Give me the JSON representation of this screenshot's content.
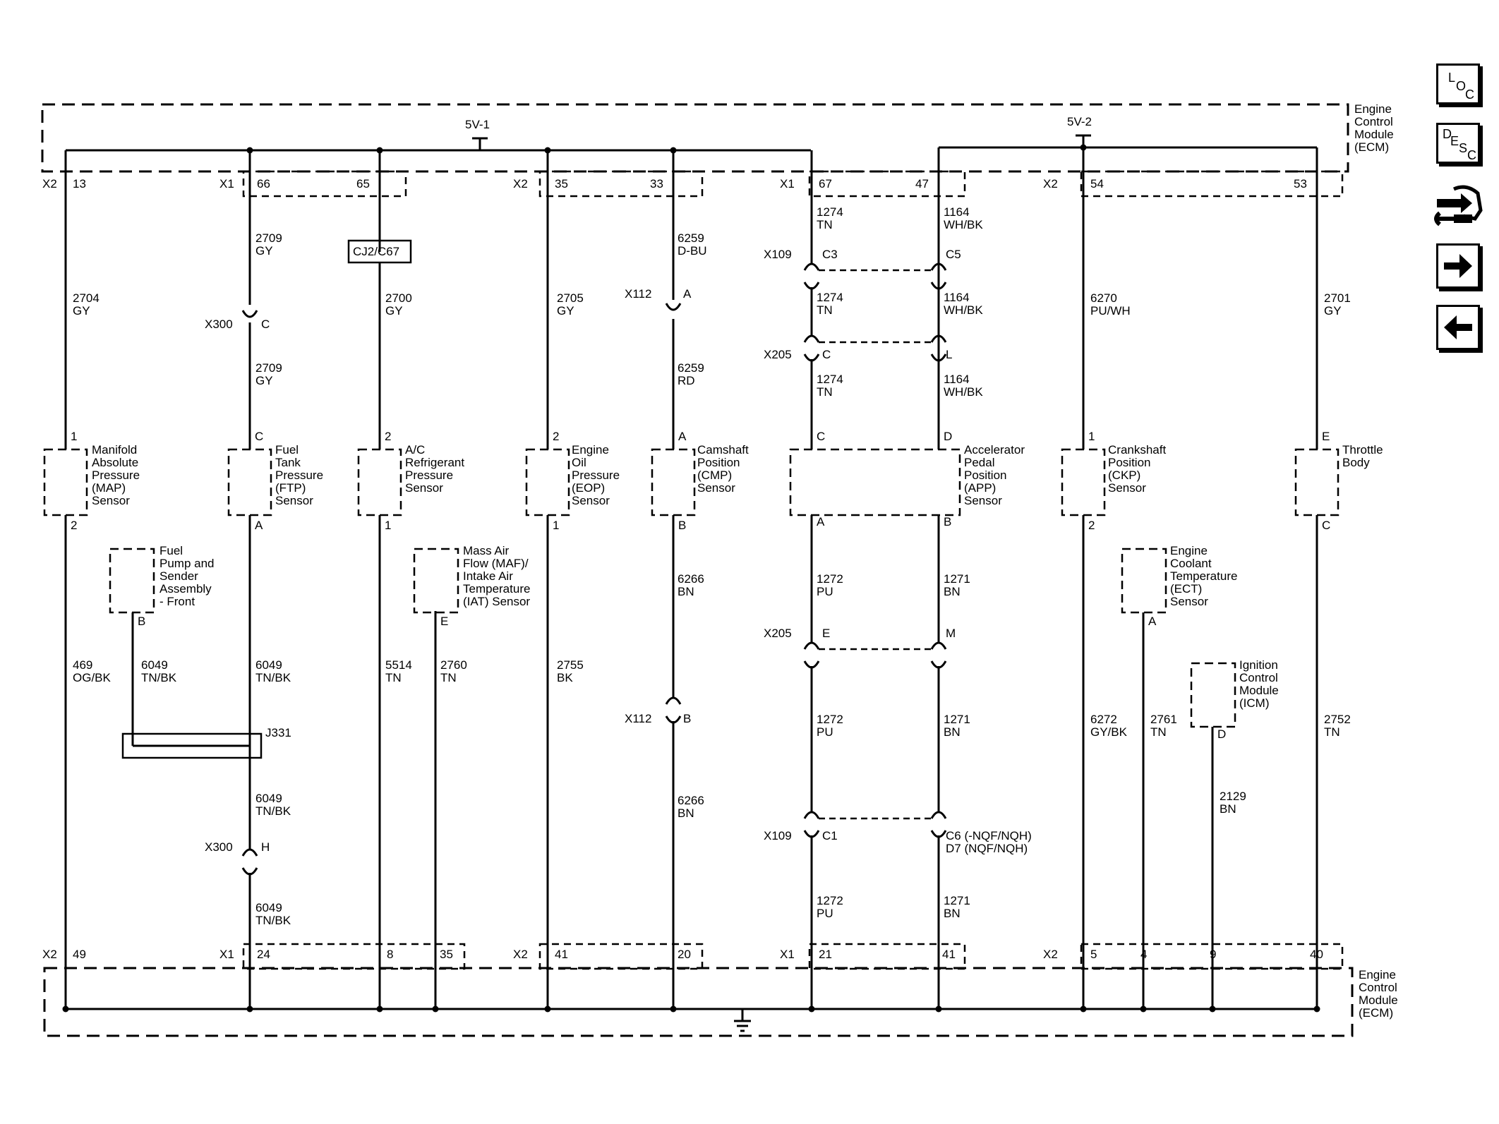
{
  "module": {
    "name": "Engine\nControl\nModule\n(ECM)"
  },
  "supply": {
    "v1": "5V-1",
    "v2": "5V-2"
  },
  "top_connectors": [
    {
      "conn": "X2",
      "pin": "13"
    },
    {
      "conn": "X1",
      "pin": "66"
    },
    {
      "conn": "",
      "pin": "65"
    },
    {
      "conn": "X2",
      "pin": "35"
    },
    {
      "conn": "",
      "pin": "33"
    },
    {
      "conn": "X1",
      "pin": "67"
    },
    {
      "conn": "",
      "pin": "47"
    },
    {
      "conn": "X2",
      "pin": "54"
    },
    {
      "conn": "",
      "pin": "53"
    }
  ],
  "bottom_connectors": [
    {
      "conn": "X2",
      "pin": "49"
    },
    {
      "conn": "X1",
      "pin": "24"
    },
    {
      "conn": "",
      "pin": "8"
    },
    {
      "conn": "",
      "pin": "35"
    },
    {
      "conn": "X2",
      "pin": "41"
    },
    {
      "conn": "",
      "pin": "20"
    },
    {
      "conn": "X1",
      "pin": "21"
    },
    {
      "conn": "",
      "pin": "41"
    },
    {
      "conn": "X2",
      "pin": "5"
    },
    {
      "conn": "",
      "pin": "4"
    },
    {
      "conn": "",
      "pin": "9"
    },
    {
      "conn": "",
      "pin": "40"
    }
  ],
  "splice_label": "CJ2/C67",
  "splice_pack": "J331",
  "components": [
    {
      "id": "map",
      "name": "Manifold\nAbsolute\nPressure\n(MAP)\nSensor",
      "pin_top": "1",
      "pin_bottom": "2"
    },
    {
      "id": "ftp",
      "name": "Fuel\nTank\nPressure\n(FTP)\nSensor",
      "pin_top": "C",
      "pin_bottom": "A"
    },
    {
      "id": "acrp",
      "name": "A/C\nRefrigerant\nPressure\nSensor",
      "pin_top": "2",
      "pin_bottom": "1"
    },
    {
      "id": "eop",
      "name": "Engine\nOil\nPressure\n(EOP)\nSensor",
      "pin_top": "2",
      "pin_bottom": "1"
    },
    {
      "id": "cmp",
      "name": "Camshaft\nPosition\n(CMP)\nSensor",
      "pin_top": "A",
      "pin_bottom": "B"
    },
    {
      "id": "app",
      "name": "Accelerator\nPedal\nPosition\n(APP)\nSensor",
      "pin_top": "C",
      "pin_top2": "D",
      "pin_bottom": "A",
      "pin_bottom2": "B"
    },
    {
      "id": "ckp",
      "name": "Crankshaft\nPosition\n(CKP)\nSensor",
      "pin_top": "1",
      "pin_bottom": "2"
    },
    {
      "id": "tb",
      "name": "Throttle\nBody",
      "pin_top": "E",
      "pin_bottom": "C"
    },
    {
      "id": "fuelpump",
      "name": "Fuel\nPump and\nSender\nAssembly\n- Front",
      "pin_bottom": "B"
    },
    {
      "id": "maf",
      "name": "Mass Air\nFlow (MAF)/\nIntake Air\nTemperature\n(IAT) Sensor",
      "pin_bottom": "E"
    },
    {
      "id": "ect",
      "name": "Engine\nCoolant\nTemperature\n(ECT)\nSensor",
      "pin_bottom": "A"
    },
    {
      "id": "icm",
      "name": "Ignition\nControl\nModule\n(ICM)",
      "pin_bottom": "D"
    }
  ],
  "wires": [
    {
      "circuit": "2704",
      "color": "GY"
    },
    {
      "circuit": "2709",
      "color": "GY"
    },
    {
      "circuit": "2709",
      "color": "GY"
    },
    {
      "circuit": "2700",
      "color": "GY"
    },
    {
      "circuit": "2705",
      "color": "GY"
    },
    {
      "circuit": "6259",
      "color": "D-BU"
    },
    {
      "circuit": "6259",
      "color": "RD"
    },
    {
      "circuit": "1274",
      "color": "TN"
    },
    {
      "circuit": "1274",
      "color": "TN"
    },
    {
      "circuit": "1274",
      "color": "TN"
    },
    {
      "circuit": "1164",
      "color": "WH/BK"
    },
    {
      "circuit": "1164",
      "color": "WH/BK"
    },
    {
      "circuit": "1164",
      "color": "WH/BK"
    },
    {
      "circuit": "6270",
      "color": "PU/WH"
    },
    {
      "circuit": "2701",
      "color": "GY"
    },
    {
      "circuit": "469",
      "color": "OG/BK"
    },
    {
      "circuit": "6049",
      "color": "TN/BK"
    },
    {
      "circuit": "6049",
      "color": "TN/BK"
    },
    {
      "circuit": "6049",
      "color": "TN/BK"
    },
    {
      "circuit": "6049",
      "color": "TN/BK"
    },
    {
      "circuit": "5514",
      "color": "TN"
    },
    {
      "circuit": "2760",
      "color": "TN"
    },
    {
      "circuit": "2755",
      "color": "BK"
    },
    {
      "circuit": "6266",
      "color": "BN"
    },
    {
      "circuit": "6266",
      "color": "BN"
    },
    {
      "circuit": "1272",
      "color": "PU"
    },
    {
      "circuit": "1272",
      "color": "PU"
    },
    {
      "circuit": "1272",
      "color": "PU"
    },
    {
      "circuit": "1271",
      "color": "BN"
    },
    {
      "circuit": "1271",
      "color": "BN"
    },
    {
      "circuit": "1271",
      "color": "BN"
    },
    {
      "circuit": "6272",
      "color": "GY/BK"
    },
    {
      "circuit": "2761",
      "color": "TN"
    },
    {
      "circuit": "2129",
      "color": "BN"
    },
    {
      "circuit": "2752",
      "color": "TN"
    }
  ],
  "inline_connectors": [
    {
      "name": "X300",
      "pin": "C"
    },
    {
      "name": "X112",
      "pin": "A"
    },
    {
      "name": "X109",
      "pin": "C3"
    },
    {
      "name": "",
      "pin": "C5"
    },
    {
      "name": "X205",
      "pin": "C"
    },
    {
      "name": "",
      "pin": "L"
    },
    {
      "name": "X205",
      "pin": "E"
    },
    {
      "name": "",
      "pin": "M"
    },
    {
      "name": "X112",
      "pin": "B"
    },
    {
      "name": "X109",
      "pin": "C1"
    },
    {
      "name": "",
      "pin": "C6 (-NQF/NQH)\nD7 (NQF/NQH)"
    },
    {
      "name": "X300",
      "pin": "H"
    }
  ],
  "nav": {
    "loc": {
      "icon": "location-icon",
      "l": "L",
      "o": "O",
      "c": "C"
    },
    "desc": {
      "icon": "description-icon",
      "d": "D",
      "e": "E",
      "s": "S",
      "c": "C"
    },
    "repair": {
      "icon": "repair-procedure-icon"
    },
    "next": {
      "icon": "arrow-right-icon"
    },
    "prev": {
      "icon": "arrow-left-icon"
    }
  }
}
